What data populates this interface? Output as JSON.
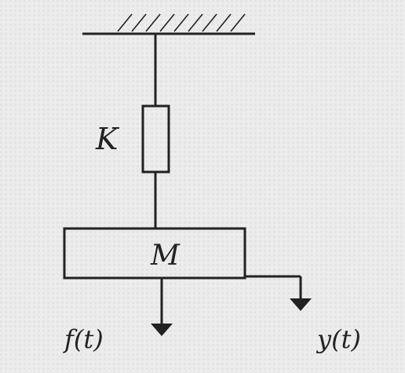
{
  "diagram": {
    "spring_label": "K",
    "mass_label": "M",
    "force_label": "f(t)",
    "displacement_label": "y(t)"
  },
  "colors": {
    "background": "#ececec",
    "ink": "#222222"
  }
}
